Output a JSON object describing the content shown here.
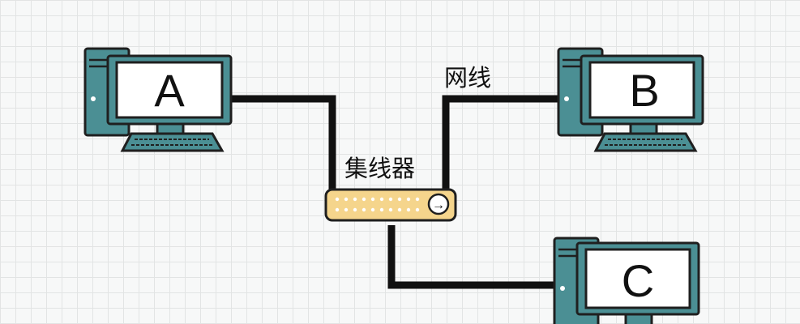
{
  "diagram": {
    "computers": [
      {
        "id": "A",
        "label": "A"
      },
      {
        "id": "B",
        "label": "B"
      },
      {
        "id": "C",
        "label": "C"
      }
    ],
    "hub": {
      "label": "集线器",
      "arrow_glyph": "→"
    },
    "cable_label": "网线"
  },
  "colors": {
    "tower": "#4b8f94",
    "monitor_frame": "#4b8f94",
    "screen": "#ffffff",
    "outline": "#1f1f1f",
    "cable": "#111111",
    "hub_body": "#f5d58c",
    "hub_dots": "#ffffff",
    "grid": "#e2e4e4"
  }
}
